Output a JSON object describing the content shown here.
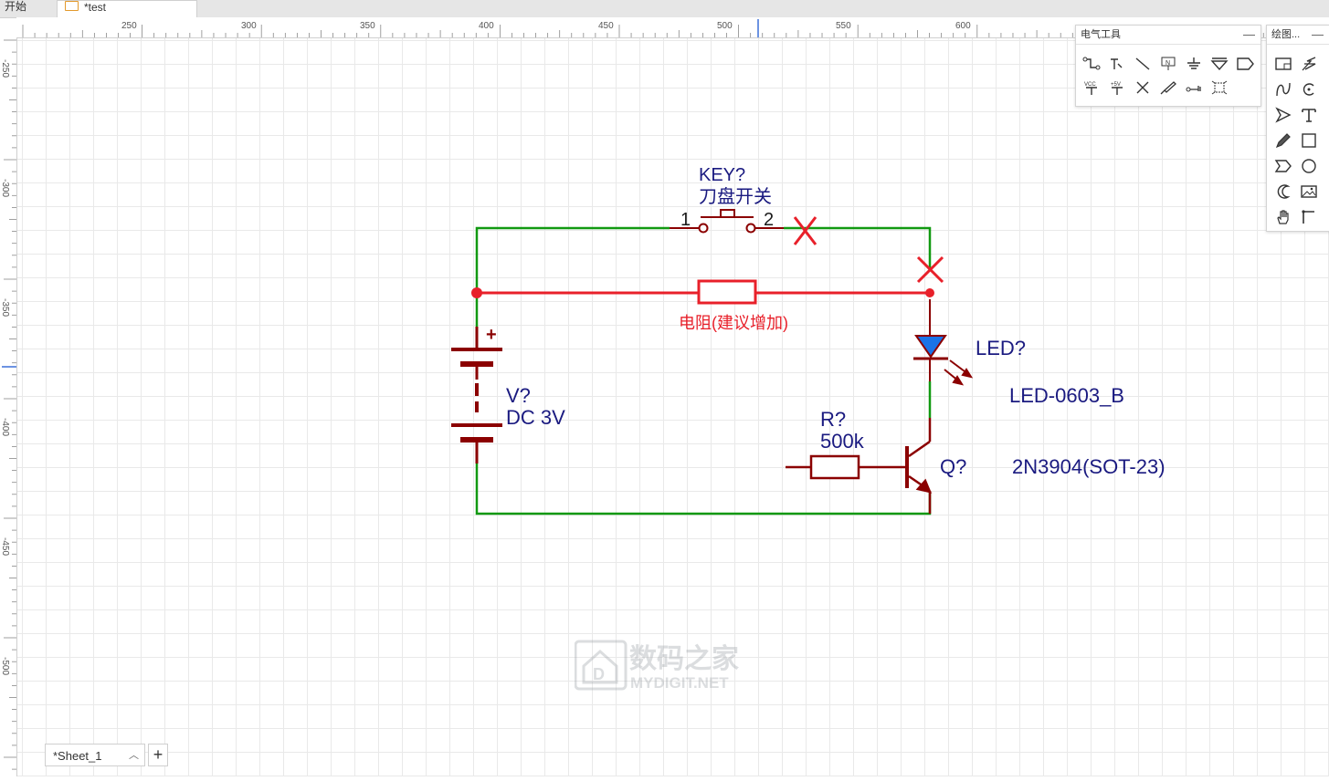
{
  "tabs": {
    "start": "开始",
    "doc": "*test"
  },
  "ruler": {
    "top_ticks": [
      "250",
      "300",
      "350",
      "400",
      "450",
      "500",
      "550",
      "600"
    ],
    "left_ticks": [
      "-250",
      "-300",
      "-350",
      "-400",
      "-450",
      "-500"
    ]
  },
  "panels": {
    "electrical": {
      "title": "电气工具",
      "minimize": "—"
    },
    "drawing": {
      "title": "绘图...",
      "minimize": "—"
    }
  },
  "schematic": {
    "switch": {
      "designator": "KEY?",
      "name": "刀盘开关",
      "pin1": "1",
      "pin2": "2"
    },
    "resistor_top": {
      "label": "电阻(建议增加)"
    },
    "battery": {
      "designator": "V?",
      "value": "DC 3V",
      "plus": "+"
    },
    "led": {
      "designator": "LED?",
      "part": "LED-0603_B"
    },
    "resistor_base": {
      "designator": "R?",
      "value": "500k"
    },
    "transistor": {
      "designator": "Q?",
      "part": "2N3904(SOT-23)"
    },
    "colors": {
      "wire": "#119911",
      "part": "#8b0000",
      "edit": "#e8202a",
      "text": "#1a1a80",
      "led_fill": "#1a73e8"
    }
  },
  "watermark": {
    "cn": "数码之家",
    "en": "MYDIGIT.NET"
  },
  "sheets": {
    "active": "*Sheet_1",
    "add": "+"
  }
}
